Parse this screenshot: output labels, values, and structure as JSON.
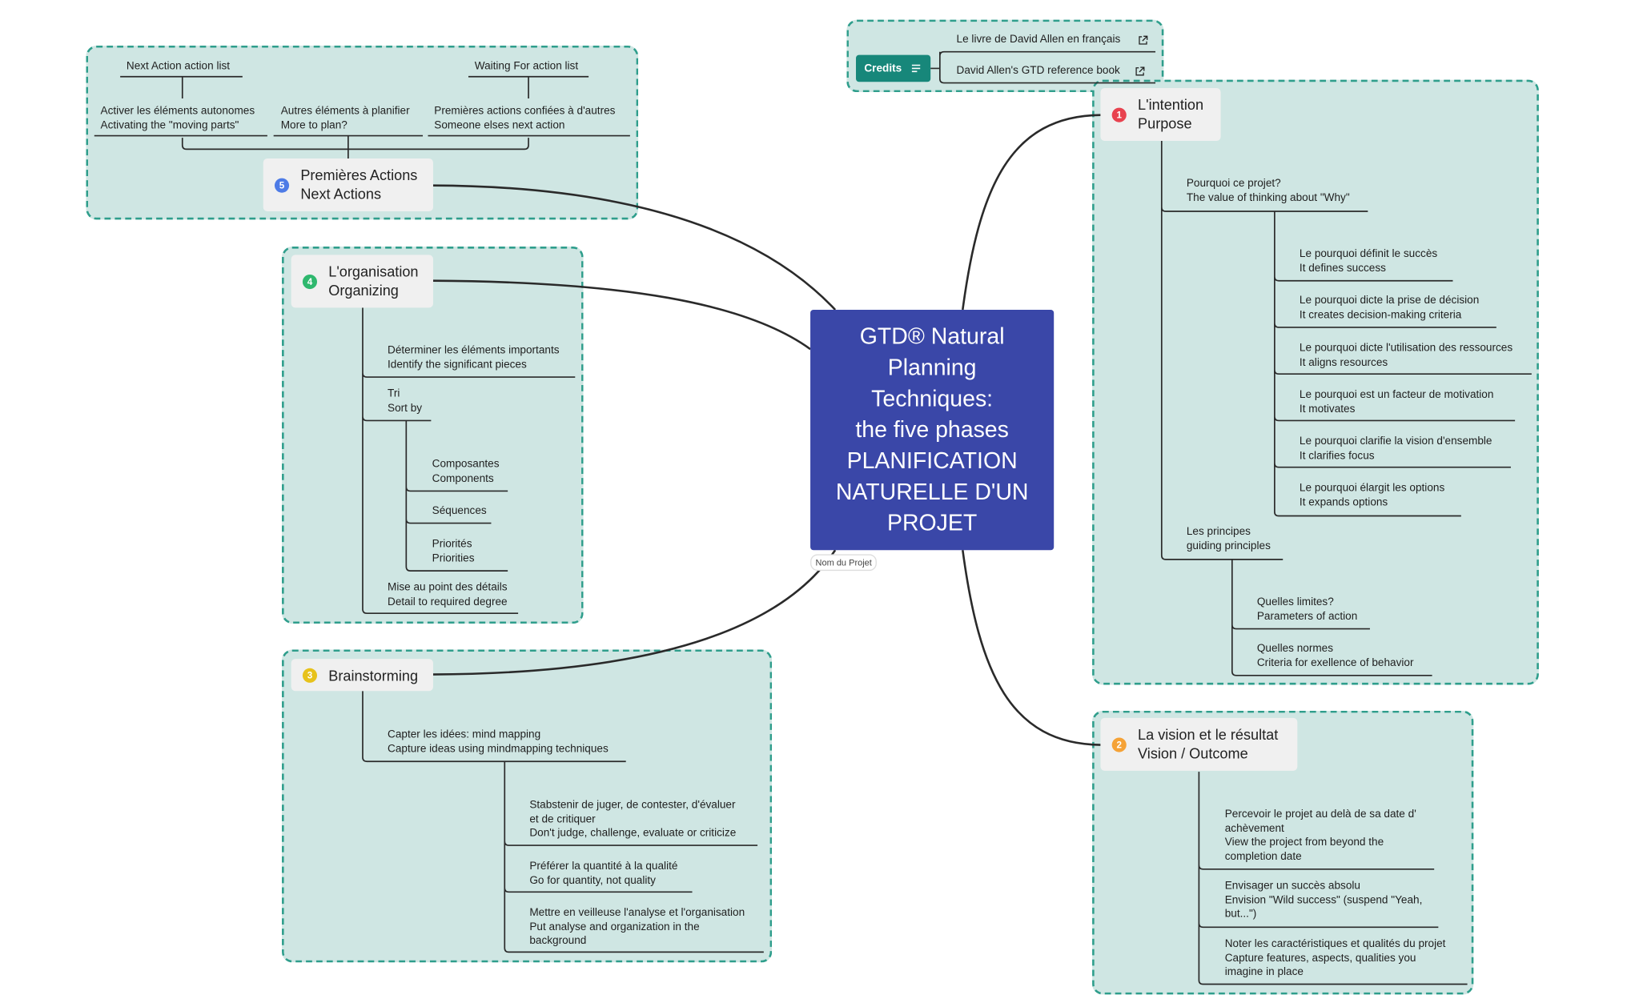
{
  "central": {
    "lines": [
      "GTD®  Natural",
      "Planning",
      "Techniques:",
      "the five phases",
      "PLANIFICATION",
      "NATURELLE D'UN",
      "PROJET"
    ],
    "note": "Nom du Projet"
  },
  "credits": {
    "label": "Credits",
    "links": [
      "Le livre de David Allen en français",
      "David Allen's GTD reference book"
    ]
  },
  "purpose": {
    "number": "1",
    "title": [
      "L'intention",
      "Purpose"
    ],
    "items": {
      "why": [
        "Pourquoi ce projet?",
        "The value of thinking about \"Why\""
      ],
      "why_children": [
        [
          "Le pourquoi définit le succès",
          "It defines success"
        ],
        [
          "Le pourquoi dicte la prise de décision",
          "It creates decision-making criteria"
        ],
        [
          "Le pourquoi dicte l'utilisation des ressources",
          "It aligns resources"
        ],
        [
          "Le pourquoi est un facteur de motivation",
          "It motivates"
        ],
        [
          "Le pourquoi clarifie la vision d'ensemble",
          "It clarifies focus"
        ],
        [
          "Le pourquoi élargit les options",
          "It expands options"
        ]
      ],
      "principles": [
        "Les principes",
        "guiding principles"
      ],
      "principles_children": [
        [
          "Quelles limites?",
          "Parameters of action"
        ],
        [
          "Quelles normes",
          "Criteria for exellence of behavior"
        ]
      ]
    }
  },
  "vision": {
    "number": "2",
    "title": [
      "La vision et le résultat",
      "Vision / Outcome"
    ],
    "items": [
      [
        "Percevoir le projet au delà de sa date d'",
        "achèvement",
        "View the project from beyond the",
        "completion date"
      ],
      [
        "Envisager un succès absolu",
        "Envision \"Wild success\" (suspend \"Yeah,",
        "but...\")"
      ],
      [
        "Noter les caractéristiques et qualités du projet",
        "Capture features, aspects, qualities you",
        "imagine in place"
      ]
    ]
  },
  "brainstorming": {
    "number": "3",
    "title": [
      "Brainstorming"
    ],
    "capture": [
      "Capter les idées: mind mapping",
      "Capture ideas using mindmapping techniques"
    ],
    "children": [
      [
        "Stabstenir de juger, de contester, d'évaluer",
        "et de critiquer",
        "Don't judge, challenge, evaluate or criticize"
      ],
      [
        "Préférer la quantité à la qualité",
        "Go for quantity, not quality"
      ],
      [
        "Mettre en veilleuse l'analyse et l'organisation",
        "Put analyse and organization in the",
        "background"
      ]
    ]
  },
  "organizing": {
    "number": "4",
    "title": [
      "L'organisation",
      "Organizing"
    ],
    "significant": [
      "Déterminer les éléments importants",
      "Identify the significant pieces"
    ],
    "sort": [
      "Tri",
      "Sort by"
    ],
    "sort_children": [
      [
        "Composantes",
        "Components"
      ],
      [
        "Séquences"
      ],
      [
        "Priorités",
        "Priorities"
      ]
    ],
    "detail": [
      "Mise au point des détails",
      "Detail to required degree"
    ]
  },
  "next_actions": {
    "number": "5",
    "title": [
      "Premières Actions",
      "Next Actions"
    ],
    "activate": [
      "Activer les éléments autonomes",
      "Activating the \"moving parts\""
    ],
    "activate_label": "Next Action action list",
    "more": [
      "Autres éléments à planifier",
      "More to plan?"
    ],
    "delegate": [
      "Premières actions confiées à d'autres",
      "Someone elses next action"
    ],
    "delegate_label": "Waiting For action list"
  },
  "colors": {
    "central": "#3a47a8",
    "panel": "#cfe6e3",
    "panel_border": "#2f9e8c",
    "credits": "#17877a",
    "badge_1": "#e8424f",
    "badge_2": "#f5a236",
    "badge_3": "#e7c21b",
    "badge_4": "#2fb86e",
    "badge_5": "#4d7be6"
  }
}
